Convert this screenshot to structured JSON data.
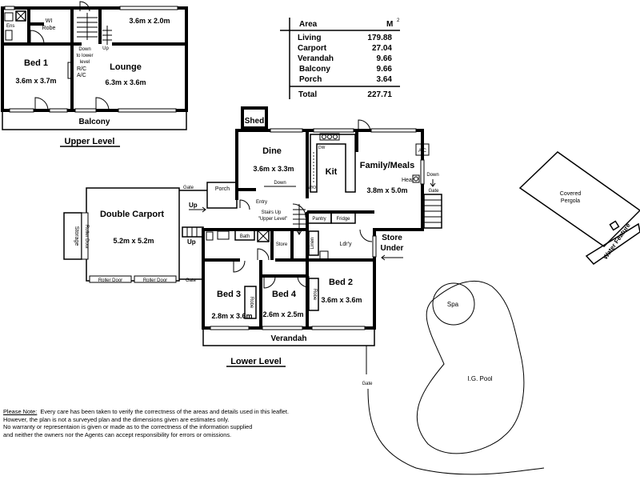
{
  "area_table": {
    "header": "Area",
    "unit": "M",
    "unit_sup": "2",
    "rows": [
      {
        "label": "Living",
        "value": "179.88"
      },
      {
        "label": "Carport",
        "value": "27.04"
      },
      {
        "label": "Verandah",
        "value": "9.66"
      },
      {
        "label": "Balcony",
        "value": "9.66"
      },
      {
        "label": "Porch",
        "value": "3.64"
      }
    ],
    "total_label": "Total",
    "total_value": "227.71"
  },
  "upper": {
    "title": "Upper Level",
    "ens": "Ens",
    "wi_robe": [
      "WI",
      "Robe"
    ],
    "room_top_right_dims": "3.6m x 2.0m",
    "down_note": [
      "Down",
      "to lower",
      "level"
    ],
    "up": "Up",
    "bed1_name": "Bed 1",
    "bed1_dims": "3.6m x 3.7m",
    "rc": "R/C",
    "ac": "A/C",
    "lounge_name": "Lounge",
    "lounge_dims": "6.3m x 3.6m",
    "balcony": "Balcony"
  },
  "lower": {
    "title": "Lower Level",
    "shed": "Shed",
    "dine_name": "Dine",
    "dine_dims": "3.6m x 3.3m",
    "down": "Down",
    "entry": "Entry",
    "stairs_up": [
      "Stairs Up",
      "\"Upper Level\""
    ],
    "kit": "Kit",
    "dw": "DW",
    "wo": "W/O",
    "family_name": "Family/Meals",
    "family_dims": "3.8m x 5.0m",
    "heat": "Heat",
    "ac": "A/C",
    "down_right": "Down",
    "gate_right": "Gate",
    "pantry": "Pantry",
    "fridge": "Fridge",
    "porch": "Porch",
    "gate_top": "Gate",
    "up1": "Up",
    "up2": "Up",
    "carport_name": "Double Carport",
    "carport_dims": "5.2m x 5.2m",
    "storage": "Storage",
    "roller_door_side": "Roller Door",
    "roller_door_1": "Roller Door",
    "roller_door_2": "Roller Door",
    "gate_bottom": "Gate",
    "bath": "Bath",
    "store": "Store",
    "linen": "Linen",
    "laundry": "Ldr'y",
    "store_under": [
      "Store",
      "Under"
    ],
    "bed3_name": "Bed 3",
    "bed3_dims": "2.8m x 3.6m",
    "robe3": "Robe",
    "bed4_name": "Bed 4",
    "bed4_dims": "2.6m x 2.5m",
    "robe2": "Robe",
    "bed2_name": "Bed 2",
    "bed2_dims": "3.6m x 3.6m",
    "verandah": "Verandah"
  },
  "outdoor": {
    "pergola": [
      "Covered",
      "Pergola"
    ],
    "water_feature": "Water Feature",
    "spa": "Spa",
    "pool": "I.G. Pool",
    "gate": "Gate"
  },
  "disclaimer": {
    "heading": "Please Note:",
    "line1_rest": "  Every care has been taken to verify the correctness of the areas and details used in this leaflet.",
    "line2": "However, the plan is not a surveyed plan and the dimensions given are estimates only.",
    "line3": "No warranty or representaion is given or made as to the correctness of the information supplied",
    "line4": "and neither the owners nor the Agents can accept responsibility for errors or omissions."
  }
}
